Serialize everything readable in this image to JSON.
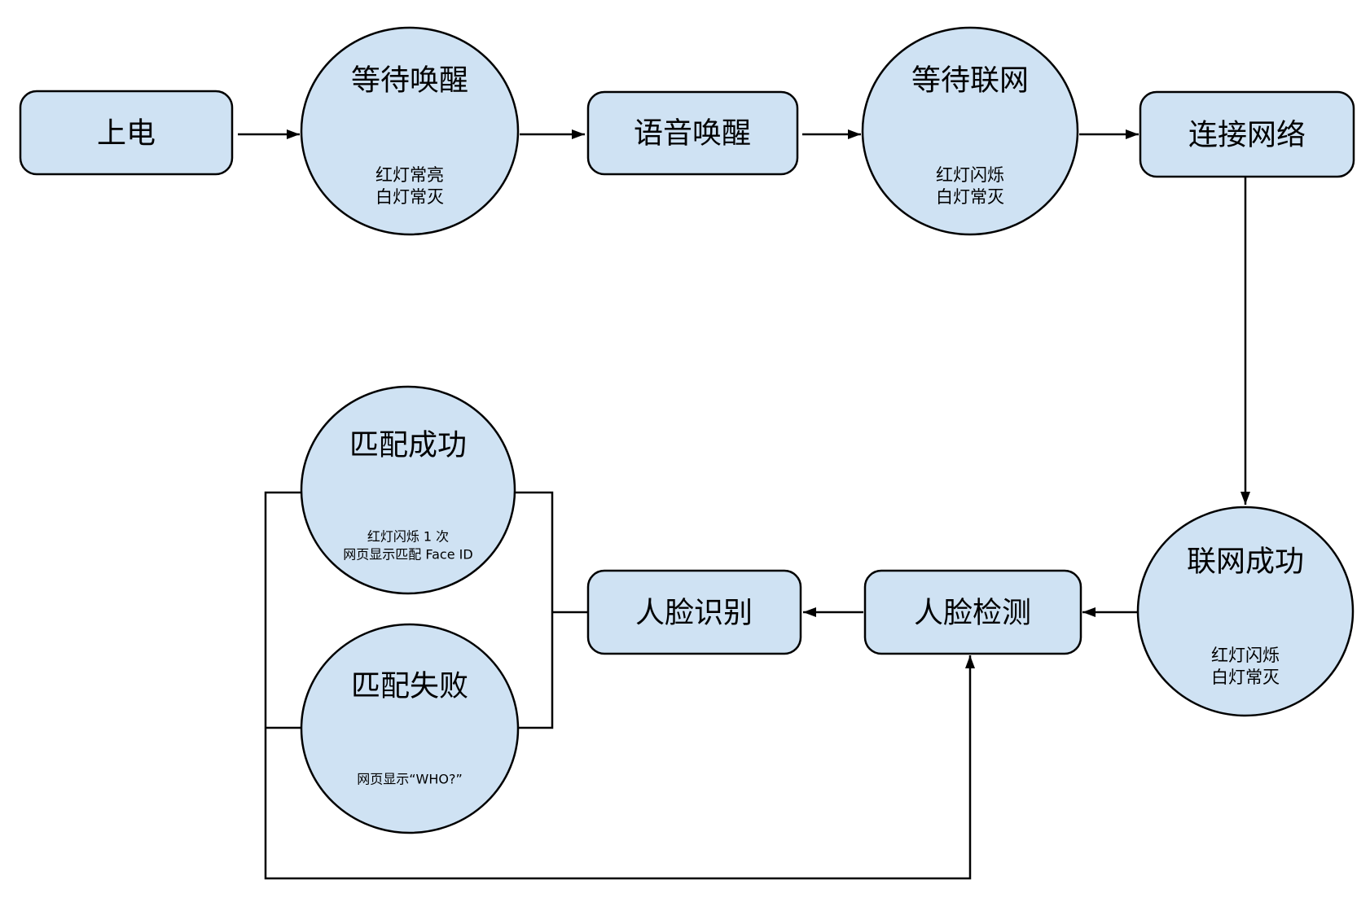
{
  "diagram": {
    "background_color": "#ffffff",
    "node_fill_color": "#cfe2f3",
    "node_stroke_color": "#000000",
    "nodes": {
      "power_on": {
        "label": "上电"
      },
      "wait_wake": {
        "title": "等待唤醒",
        "status_lines": [
          "红灯常亮",
          "白灯常灭"
        ]
      },
      "voice_wake": {
        "label": "语音唤醒"
      },
      "wait_network": {
        "title": "等待联网",
        "status_lines": [
          "红灯闪烁",
          "白灯常灭"
        ]
      },
      "connect_network": {
        "label": "连接网络"
      },
      "network_success": {
        "title": "联网成功",
        "status_lines": [
          "红灯闪烁",
          "白灯常灭"
        ]
      },
      "face_detect": {
        "label": "人脸检测"
      },
      "face_recognize": {
        "label": "人脸识别"
      },
      "match_success": {
        "title": "匹配成功",
        "status_lines": [
          "红灯闪烁 1 次",
          "网页显示匹配 Face ID"
        ]
      },
      "match_fail": {
        "title": "匹配失败",
        "status_lines": [
          "网页显示“WHO?”"
        ]
      }
    },
    "edges": [
      {
        "from": "power_on",
        "to": "wait_wake",
        "arrow": true
      },
      {
        "from": "wait_wake",
        "to": "voice_wake",
        "arrow": true
      },
      {
        "from": "voice_wake",
        "to": "wait_network",
        "arrow": true
      },
      {
        "from": "wait_network",
        "to": "connect_network",
        "arrow": true
      },
      {
        "from": "connect_network",
        "to": "network_success",
        "arrow": true
      },
      {
        "from": "network_success",
        "to": "face_detect",
        "arrow": true
      },
      {
        "from": "face_detect",
        "to": "face_recognize",
        "arrow": true
      },
      {
        "from": "face_recognize",
        "to": "match_success",
        "arrow": false
      },
      {
        "from": "face_recognize",
        "to": "match_fail",
        "arrow": false
      },
      {
        "from": "match_success",
        "to": "face_detect",
        "arrow": true
      },
      {
        "from": "match_fail",
        "to": "face_detect",
        "arrow": true
      }
    ]
  }
}
